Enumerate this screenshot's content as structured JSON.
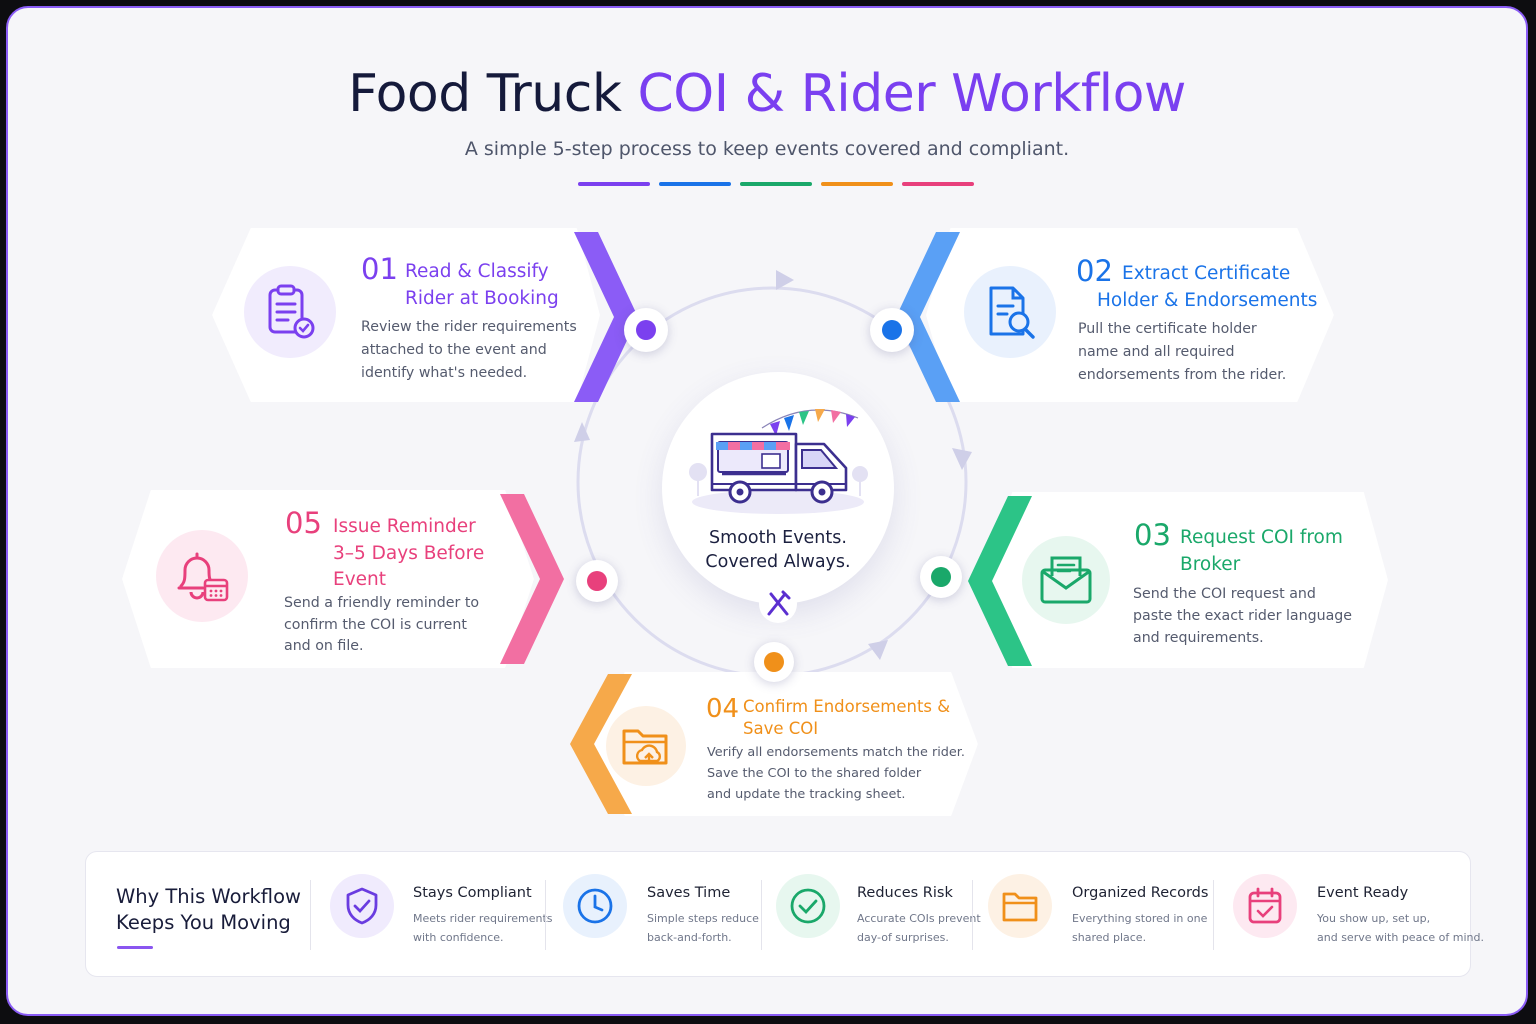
{
  "header": {
    "title_main": "Food Truck ",
    "title_accent": "COI & Rider Workflow",
    "subtitle": "A simple 5-step process to keep events covered and compliant."
  },
  "colors": {
    "purple": "#7b40ef",
    "blue": "#1a73e8",
    "green": "#1aa86a",
    "orange": "#f0901a",
    "pink": "#e8407c",
    "dark": "#151a3b"
  },
  "hub": {
    "line1": "Smooth Events.",
    "line2": "Covered Always."
  },
  "steps": [
    {
      "num": "01",
      "title_l1": "Read & Classify",
      "title_l2": "Rider at Booking",
      "title_l3": "",
      "body_l1": "Review the rider requirements",
      "body_l2": "attached to the event and",
      "body_l3": "identify what's needed.",
      "icon": "clipboard-check-icon"
    },
    {
      "num": "02",
      "title_l1": "Extract Certificate",
      "title_l2": "Holder & Endorsements",
      "title_l3": "",
      "body_l1": "Pull the certificate holder",
      "body_l2": "name and all required",
      "body_l3": "endorsements from the rider.",
      "icon": "document-search-icon"
    },
    {
      "num": "03",
      "title_l1": "Request COI from",
      "title_l2": "Broker",
      "title_l3": "",
      "body_l1": "Send the COI request and",
      "body_l2": "paste the exact rider language",
      "body_l3": "and requirements.",
      "icon": "envelope-icon"
    },
    {
      "num": "04",
      "title_l1": "Confirm Endorsements &",
      "title_l2": "Save COI",
      "title_l3": "",
      "body_l1": "Verify all endorsements match the rider.",
      "body_l2": "Save the COI to the shared folder",
      "body_l3": "and update the tracking sheet.",
      "icon": "folder-upload-icon"
    },
    {
      "num": "05",
      "title_l1": "Issue Reminder",
      "title_l2": "3–5 Days Before",
      "title_l3": "Event",
      "body_l1": "Send a friendly reminder to",
      "body_l2": "confirm the COI is current",
      "body_l3": "and on file.",
      "icon": "bell-calendar-icon"
    }
  ],
  "benefits": {
    "heading_l1": "Why This Workflow",
    "heading_l2": "Keeps You Moving",
    "items": [
      {
        "title": "Stays Compliant",
        "desc_l1": "Meets rider requirements",
        "desc_l2": "with confidence.",
        "icon": "shield-check-icon"
      },
      {
        "title": "Saves Time",
        "desc_l1": "Simple steps reduce",
        "desc_l2": "back-and-forth.",
        "icon": "clock-icon"
      },
      {
        "title": "Reduces Risk",
        "desc_l1": "Accurate COIs prevent",
        "desc_l2": "day-of surprises.",
        "icon": "check-circle-icon"
      },
      {
        "title": "Organized Records",
        "desc_l1": "Everything stored in one",
        "desc_l2": "shared place.",
        "icon": "folder-icon"
      },
      {
        "title": "Event Ready",
        "desc_l1": "You show up, set up,",
        "desc_l2": "and serve with peace of mind.",
        "icon": "calendar-check-icon"
      }
    ]
  }
}
